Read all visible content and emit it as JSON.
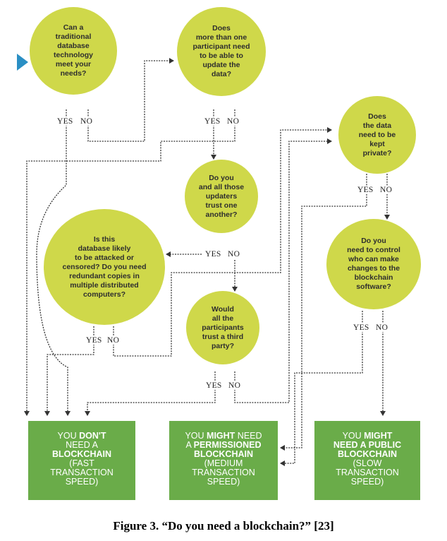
{
  "nodes": {
    "q1": "Can a\ntraditional\ndatabase\ntechnology\nmeet your\nneeds?",
    "q2": "Does\nmore than one\nparticipant need\nto be able to\nupdate the\ndata?",
    "q3": "Does\nthe data\nneed to be\nkept\nprivate?",
    "q4": "Do you\nand all those\nupdaters\ntrust one\nanother?",
    "q5": "Is this\ndatabase likely\nto be attacked or\ncensored? Do you need\nredundant copies in\nmultiple distributed\ncomputers?",
    "q6": "Do you\nneed to control\nwho can make\nchanges to the\nblockchain\nsoftware?",
    "q7": "Would\nall the\nparticipants\ntrust a third\nparty?"
  },
  "labels": {
    "yes": "YES",
    "no": "NO"
  },
  "results": {
    "r1": {
      "pre": "YOU ",
      "strong": "DON'T",
      "l2": "NEED A",
      "l3": "BLOCKCHAIN",
      "l4": "(FAST",
      "l5": "TRANSACTION",
      "l6": "SPEED)"
    },
    "r2": {
      "pre": "YOU ",
      "strong": "MIGHT",
      "post": " NEED",
      "l2a": "A ",
      "l2b": "PERMISSIONED",
      "l3": "BLOCKCHAIN",
      "l4": "(MEDIUM",
      "l5": "TRANSACTION",
      "l6": "SPEED)"
    },
    "r3": {
      "pre": "YOU ",
      "strong": "MIGHT",
      "l2": "NEED A PUBLIC",
      "l3": "BLOCKCHAIN",
      "l4": "(SLOW",
      "l5": "TRANSACTION",
      "l6": "SPEED)"
    }
  },
  "caption": "Figure 3. “Do you need a blockchain?” [23]",
  "colors": {
    "node": "#cfd84a",
    "result": "#6aac49",
    "entry_arrow": "#2a8fc4",
    "line": "#333333"
  }
}
